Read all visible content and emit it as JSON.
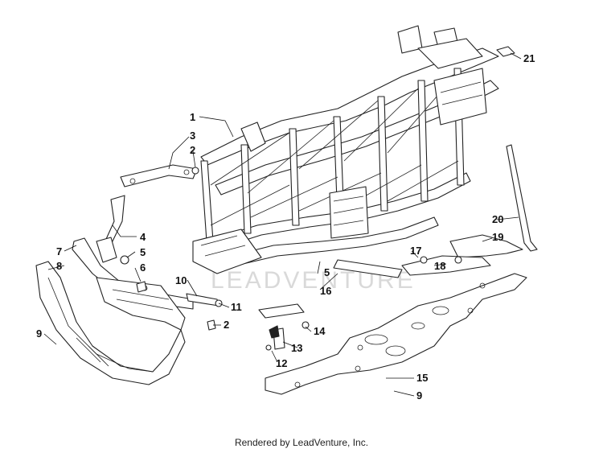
{
  "footer": {
    "text": "Rendered by LeadVenture, Inc."
  },
  "watermark": {
    "text": "LEADVENTURE"
  },
  "callouts": [
    {
      "id": "c1",
      "label": "1"
    },
    {
      "id": "c3",
      "label": "3"
    },
    {
      "id": "c2a",
      "label": "2"
    },
    {
      "id": "c4",
      "label": "4"
    },
    {
      "id": "c5a",
      "label": "5"
    },
    {
      "id": "c6",
      "label": "6"
    },
    {
      "id": "c7",
      "label": "7"
    },
    {
      "id": "c8",
      "label": "8"
    },
    {
      "id": "c9a",
      "label": "9"
    },
    {
      "id": "c10",
      "label": "10"
    },
    {
      "id": "c11",
      "label": "11"
    },
    {
      "id": "c2b",
      "label": "2"
    },
    {
      "id": "c5b",
      "label": "5"
    },
    {
      "id": "c16",
      "label": "16"
    },
    {
      "id": "c17",
      "label": "17"
    },
    {
      "id": "c18",
      "label": "18"
    },
    {
      "id": "c19",
      "label": "19"
    },
    {
      "id": "c20",
      "label": "20"
    },
    {
      "id": "c21",
      "label": "21"
    },
    {
      "id": "c14",
      "label": "14"
    },
    {
      "id": "c13",
      "label": "13"
    },
    {
      "id": "c12",
      "label": "12"
    },
    {
      "id": "c15",
      "label": "15"
    },
    {
      "id": "c9b",
      "label": "9"
    }
  ]
}
